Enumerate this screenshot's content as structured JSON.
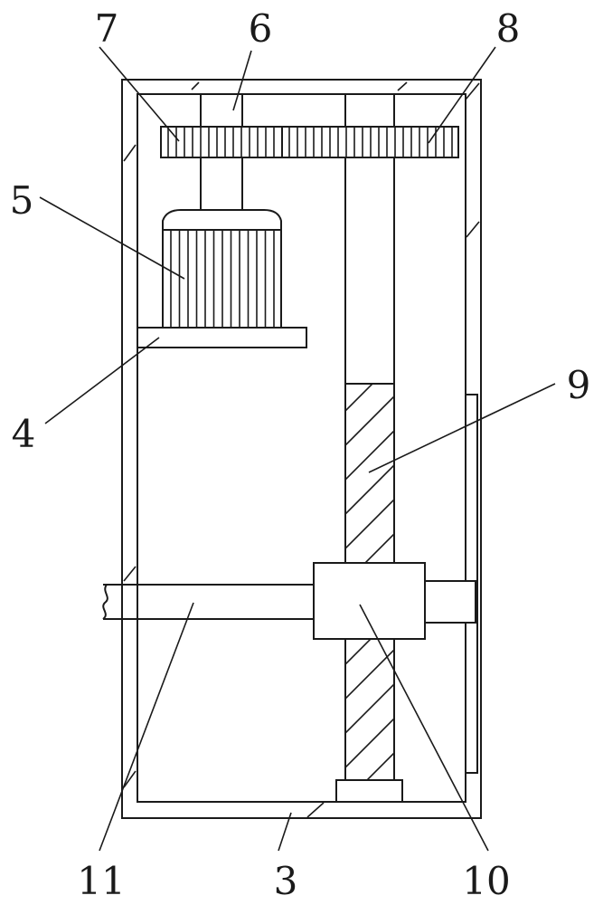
{
  "labels": {
    "l7": "7",
    "l6": "6",
    "l8": "8",
    "l5": "5",
    "l4": "4",
    "l9": "9",
    "l11": "11",
    "l3": "3",
    "l10": "10"
  },
  "colors": {
    "stroke": "#1a1a1a",
    "background": "#ffffff"
  }
}
